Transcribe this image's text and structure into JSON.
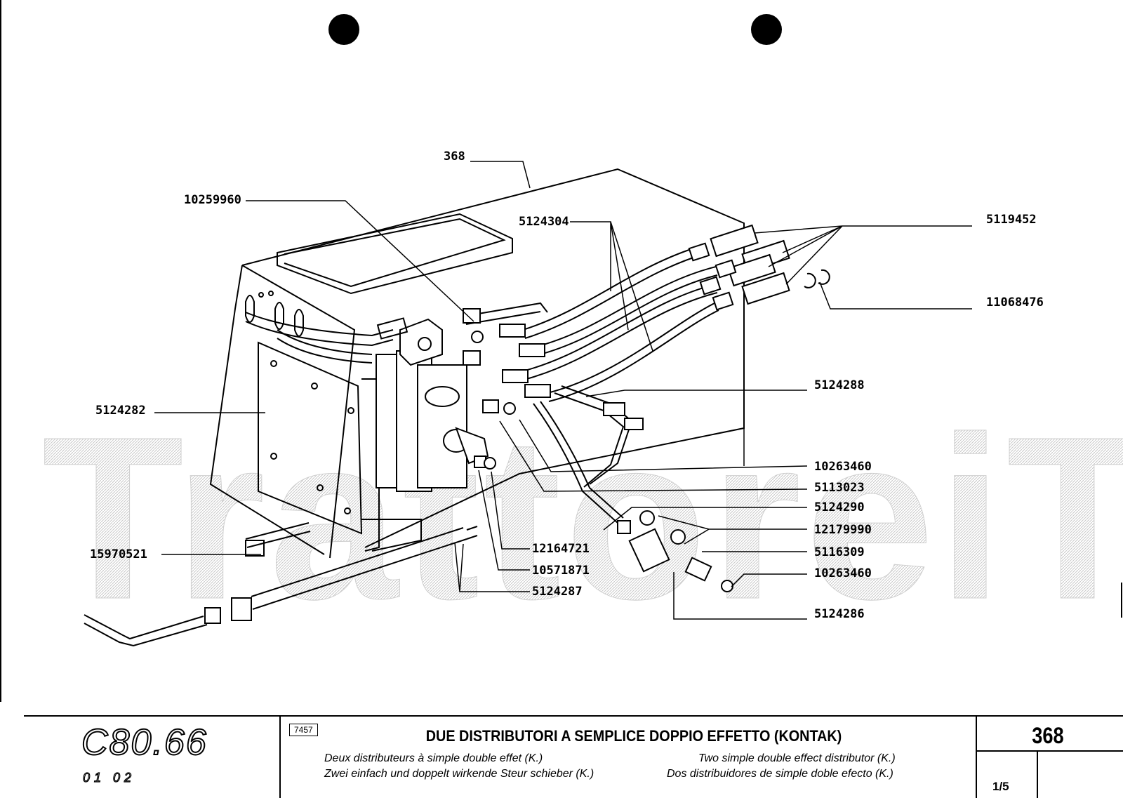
{
  "watermark": "TrattoreiT",
  "callouts": {
    "c368": "368",
    "c10259960": "10259960",
    "c5124304": "5124304",
    "c5119452": "5119452",
    "c11068476": "11068476",
    "c5124288": "5124288",
    "c5124282": "5124282",
    "c10263460a": "10263460",
    "c5113023": "5113023",
    "c5124290": "5124290",
    "c12179990": "12179990",
    "c5116309": "5116309",
    "c10263460b": "10263460",
    "c5124286": "5124286",
    "c12164721": "12164721",
    "c10571871": "10571871",
    "c5124287": "5124287",
    "c15970521": "15970521"
  },
  "footer": {
    "model": "C80.66",
    "codes": "01 02",
    "ref_box": "7457",
    "title": "DUE DISTRIBUTORI A SEMPLICE DOPPIO EFFETTO (KONTAK)",
    "fr": "Deux distributeurs à simple double effet (K.)",
    "de": "Zwei einfach und doppelt wirkende Steur schieber (K.)",
    "en": "Two simple double effect distributor (K.)",
    "es": "Dos distribuidores de simple doble efecto (K.)",
    "page_number": "368",
    "sheet": "1/5"
  }
}
